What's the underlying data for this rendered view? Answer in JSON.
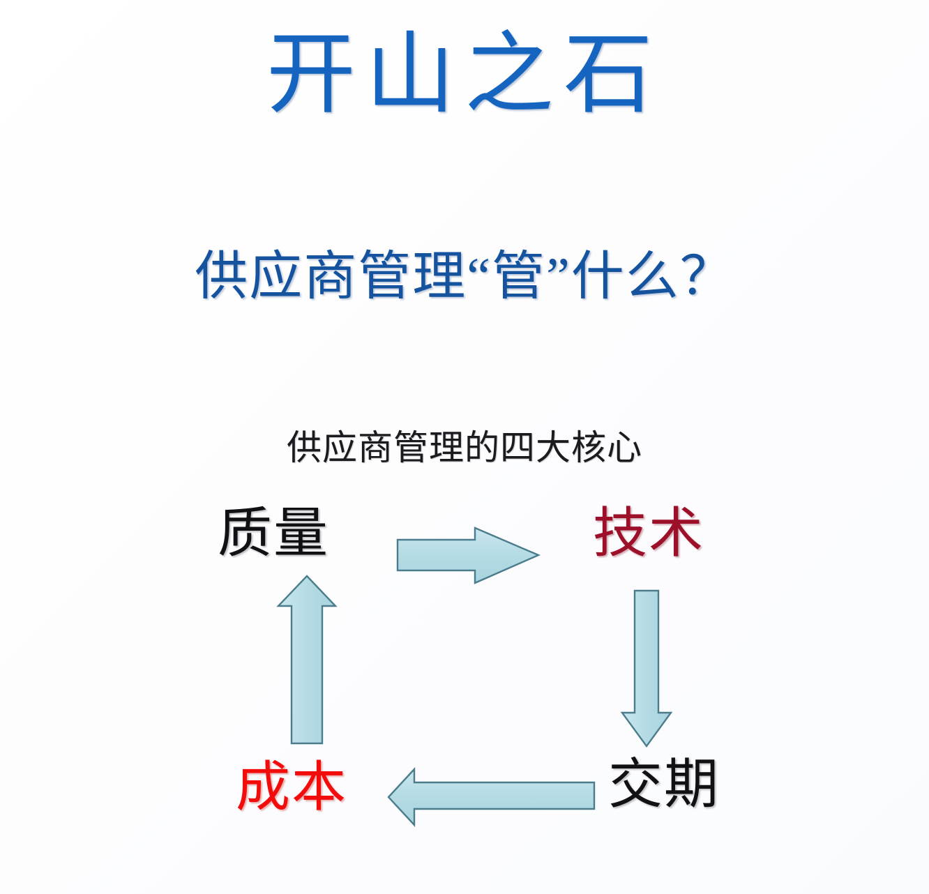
{
  "slide": {
    "title": "开山之石",
    "title_color": "#1565C0",
    "subtitle": "供应商管理“管”什么？",
    "subtitle_color": "#15539E",
    "background_color": "#fdfdfe"
  },
  "diagram": {
    "caption": "供应商管理的四大核心",
    "caption_color": "#1b1b1f",
    "arrow_fill": "#B6DCE5",
    "arrow_stroke": "#4A7C8C",
    "nodes": [
      {
        "id": "quality",
        "label": "质量",
        "color": "#111115",
        "position": "top-left"
      },
      {
        "id": "tech",
        "label": "技术",
        "color": "#9C1129",
        "position": "top-right"
      },
      {
        "id": "cost",
        "label": "成本",
        "color": "#F20C0C",
        "position": "bottom-left"
      },
      {
        "id": "delivery",
        "label": "交期",
        "color": "#111115",
        "position": "bottom-right"
      }
    ],
    "arrows": [
      {
        "id": "quality-to-tech",
        "direction": "right",
        "from": "质量",
        "to": "技术"
      },
      {
        "id": "tech-to-delivery",
        "direction": "down",
        "from": "技术",
        "to": "交期"
      },
      {
        "id": "delivery-to-cost",
        "direction": "left",
        "from": "交期",
        "to": "成本"
      },
      {
        "id": "cost-to-quality",
        "direction": "up",
        "from": "成本",
        "to": "质量"
      }
    ]
  }
}
